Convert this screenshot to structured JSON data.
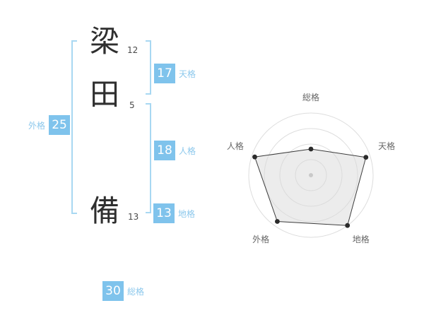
{
  "name": {
    "chars": [
      {
        "char": "梁",
        "strokes": "12"
      },
      {
        "char": "田",
        "strokes": "5"
      },
      {
        "char": "備",
        "strokes": "13"
      }
    ]
  },
  "kaku": {
    "tenkaku": {
      "label": "天格",
      "value": "17"
    },
    "jinkaku": {
      "label": "人格",
      "value": "18"
    },
    "chikaku": {
      "label": "地格",
      "value": "13"
    },
    "gaikaku": {
      "label": "外格",
      "value": "25"
    },
    "soukaku": {
      "label": "総格",
      "value": "30"
    }
  },
  "colors": {
    "accent": "#7fc3ec",
    "bracket": "#a8d8f2",
    "label-blue": "#8cc8ec",
    "ring": "#dddddd",
    "axis-label": "#666666",
    "polygon-fill": "#d9d9d9",
    "polygon-stroke": "#3c3c3c",
    "point": "#2b2b2b",
    "center-dot": "#b9b9b9"
  },
  "chart_data": {
    "type": "radar",
    "axes": [
      "総格",
      "天格",
      "地格",
      "外格",
      "人格"
    ],
    "stroke_values": [
      30,
      17,
      13,
      25,
      18
    ],
    "values_normalized": [
      0.42,
      0.93,
      1.0,
      0.92,
      0.95
    ],
    "scale_max": 1,
    "rings": [
      0.25,
      0.5,
      0.75,
      1
    ],
    "start_angle_deg": -90,
    "direction": "clockwise",
    "grid": "concentric-circles",
    "legend": "none",
    "title": ""
  }
}
